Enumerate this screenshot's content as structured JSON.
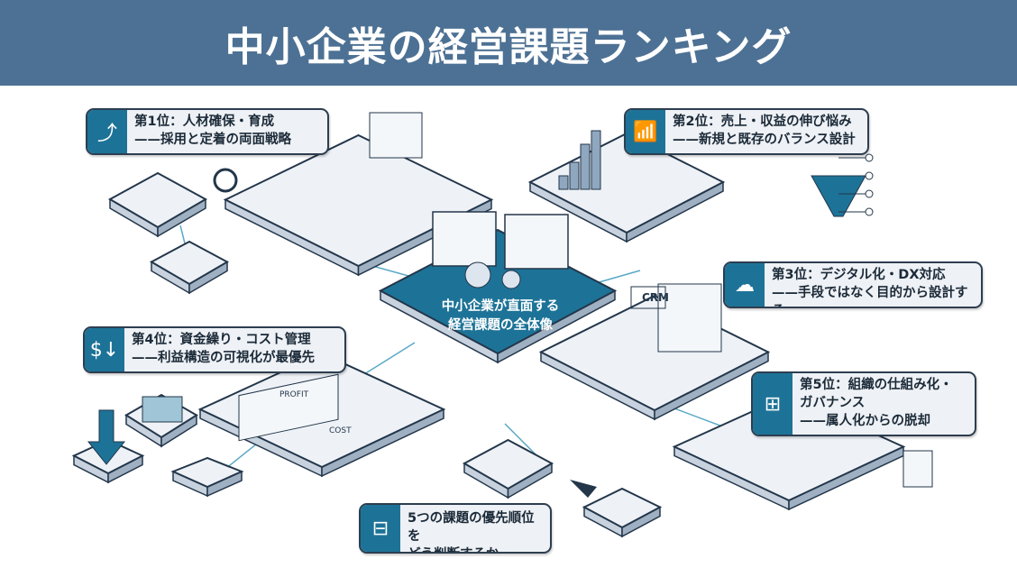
{
  "title": "中小企業の経営課題ランキング",
  "center": {
    "line1": "中小企業が直面する",
    "line2": "経営課題の全体像"
  },
  "issues": [
    {
      "rank": "第1位：人材確保・育成",
      "sub": "——採用と定着の両面戦略",
      "icon": "growth-arrow-icon"
    },
    {
      "rank": "第2位：売上・収益の伸び悩み",
      "sub": "——新規と既存のバランス設計",
      "icon": "bar-chart-coins-icon"
    },
    {
      "rank": "第3位：デジタル化・DX対応",
      "sub": "——手段ではなく目的から設計する",
      "icon": "cloud-gear-icon"
    },
    {
      "rank": "第4位：資金繰り・コスト管理",
      "sub": "——利益構造の可視化が最優先",
      "icon": "dollar-down-icon"
    },
    {
      "rank": "第5位：組織の仕組み化・",
      "rank2": "ガバナンス",
      "sub": "——属人化からの脱却",
      "icon": "org-chart-lock-icon"
    }
  ],
  "footer": {
    "line1": "5つの課題の優先順位を",
    "line2": "どう判断するか",
    "icon": "hierarchy-icon"
  },
  "scene_text": {
    "crm": "CRM",
    "profit": "PROFIT",
    "cost": "COST"
  },
  "colors": {
    "title_bg": "#4d7194",
    "accent": "#1d7397",
    "platform": "#eef2f7",
    "edge": "#23364a"
  }
}
